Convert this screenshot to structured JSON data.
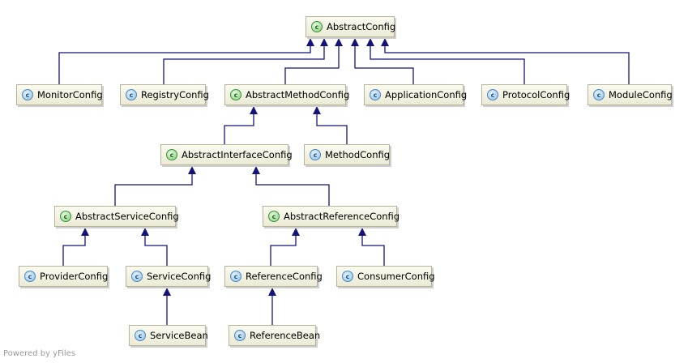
{
  "diagram": {
    "nodes": {
      "abstract_config": "AbstractConfig",
      "monitor_config": "MonitorConfig",
      "registry_config": "RegistryConfig",
      "abstract_method_config": "AbstractMethodConfig",
      "application_config": "ApplicationConfig",
      "protocol_config": "ProtocolConfig",
      "module_config": "ModuleConfig",
      "abstract_interface_config": "AbstractInterfaceConfig",
      "method_config": "MethodConfig",
      "abstract_service_config": "AbstractServiceConfig",
      "abstract_reference_config": "AbstractReferenceConfig",
      "provider_config": "ProviderConfig",
      "service_config": "ServiceConfig",
      "reference_config": "ReferenceConfig",
      "consumer_config": "ConsumerConfig",
      "service_bean": "ServiceBean",
      "reference_bean": "ReferenceBean"
    },
    "icon_letter": "c",
    "icons": {
      "abstract_class": "abstract-class-icon",
      "class": "class-icon"
    },
    "colors": {
      "edge": "#13137a",
      "node_fill": "#f1f0dc",
      "node_border": "#b5b49a"
    }
  },
  "footer": "Powered by yFiles"
}
